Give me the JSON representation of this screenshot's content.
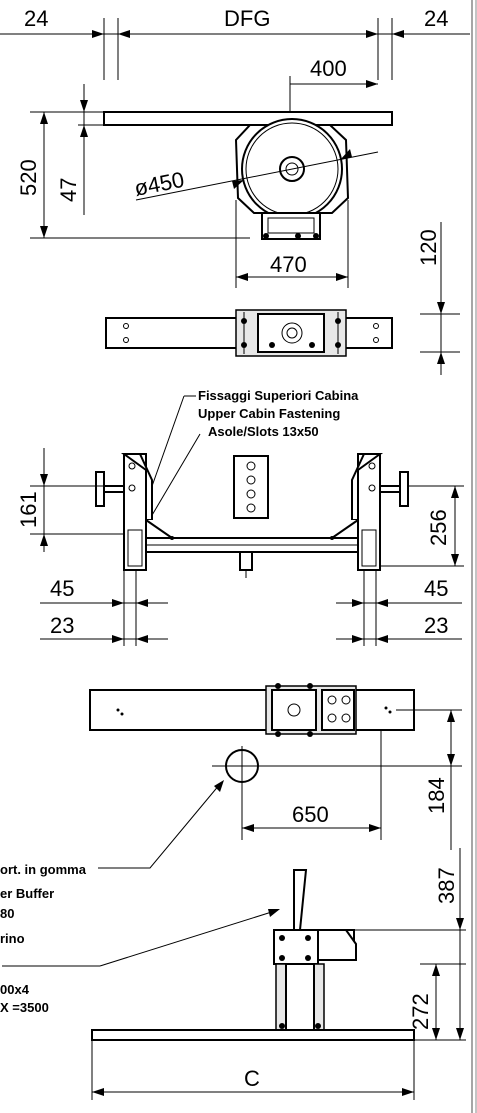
{
  "dimensions": {
    "top_left_24": "24",
    "top_dfg": "DFG",
    "top_right_24": "24",
    "dim_400": "400",
    "dim_520": "520",
    "dim_47": "47",
    "dim_450": "ø450",
    "dim_470": "470",
    "dim_120": "120",
    "dim_161": "161",
    "dim_256": "256",
    "dim_45_left": "45",
    "dim_45_right": "45",
    "dim_23_left": "23",
    "dim_23_right": "23",
    "dim_650": "650",
    "dim_184": "184",
    "dim_387": "387",
    "dim_272": "272",
    "dim_c": "C"
  },
  "notes": {
    "fastening_it": "Fissaggi Superiori Cabina",
    "fastening_en": "Upper Cabin Fastening",
    "slots": "Asole/Slots 13x50",
    "buffer_it": "ort. in gomma",
    "buffer_en": "er Buffer",
    "buffer_size": "80",
    "plate": "rino",
    "profile": "00x4",
    "max_len": "X =3500"
  },
  "colors": {
    "line": "#000000",
    "background": "#ffffff",
    "frame": "#888888"
  }
}
